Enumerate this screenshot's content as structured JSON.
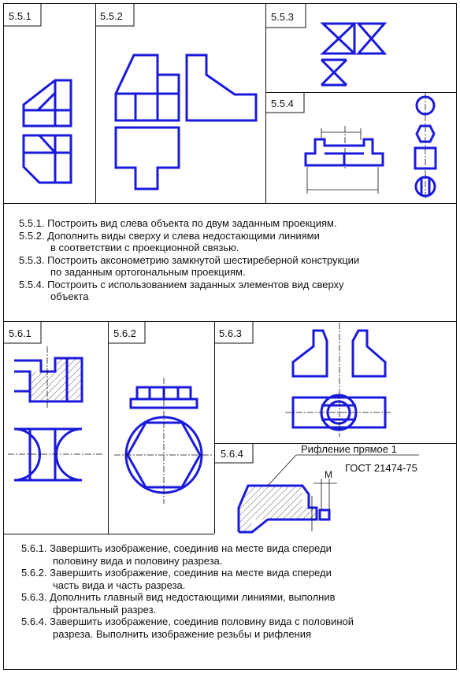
{
  "panels": {
    "p551": "5.5.1",
    "p552": "5.5.2",
    "p553": "5.5.3",
    "p554": "5.5.4",
    "p561": "5.6.1",
    "p562": "5.6.2",
    "p563": "5.6.3",
    "p564": "5.6.4"
  },
  "annotations": {
    "knurl": "Рифление прямое 1",
    "gost": "ГОСТ 21474-75",
    "m": "М"
  },
  "tasks_55": [
    {
      "first": "5.5.1. Построить вид слева объекта по двум заданным проекциям.",
      "cont": ""
    },
    {
      "first": "5.5.2. Дополнить виды сверху и слева недостающими линиями",
      "cont": "в соответствии с проекционной связью."
    },
    {
      "first": "5.5.3. Построить аксонометрию замкнутой шестиреберной конструкции",
      "cont": "по заданным ортогональным проекциям."
    },
    {
      "first": "5.5.4. Построить с использованием заданных элементов вид сверху",
      "cont": "объекта"
    }
  ],
  "tasks_56": [
    {
      "first": "5.6.1. Завершить изображение, соединив на месте вида спереди",
      "cont": "половину вида и половину разреза."
    },
    {
      "first": "5.6.2. Завершить изображение, соединив на месте вида спереди",
      "cont": "часть вида и часть разреза."
    },
    {
      "first": "5.6.3. Дополнить главный вид недостающими линиями, выполнив",
      "cont": "фронтальный разрез."
    },
    {
      "first": "5.6.4. Завершить изображение, соединив половину вида с половиной",
      "cont": "разреза. Выполнить изображение резьбы и рифления"
    }
  ],
  "colors": {
    "drawing": "#1a1adc",
    "frame": "#111111"
  }
}
